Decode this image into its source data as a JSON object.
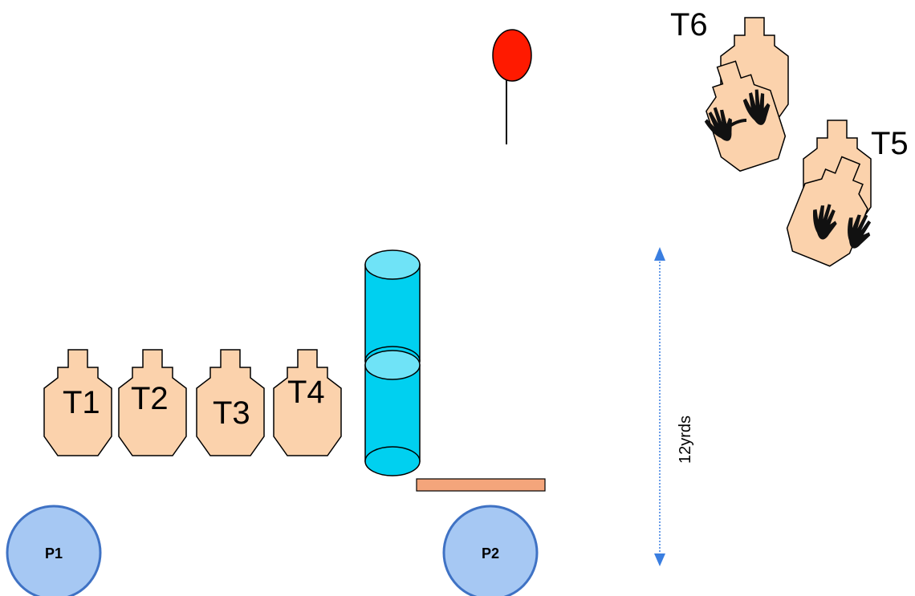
{
  "targets": {
    "t1": "T1",
    "t2": "T2",
    "t3": "T3",
    "t4": "T4",
    "t5": "T5",
    "t6": "T6"
  },
  "positions": {
    "p1": "P1",
    "p2": "P2"
  },
  "distance_label": "12yrds",
  "colors": {
    "target_fill": "#fbd2ac",
    "barrel_fill": "#00d0f0",
    "barrel_top": "#6fe3f7",
    "popper_fill": "#ff1a00",
    "fault_line": "#f4a57b",
    "position_fill": "#a6c8f3",
    "position_stroke": "#3f72c4",
    "arrow": "#3a7ee0",
    "hands": "#111111"
  },
  "icons": {
    "no_shoot": "hand-icon",
    "popper": "popper-icon",
    "barrel": "barrel-icon"
  }
}
